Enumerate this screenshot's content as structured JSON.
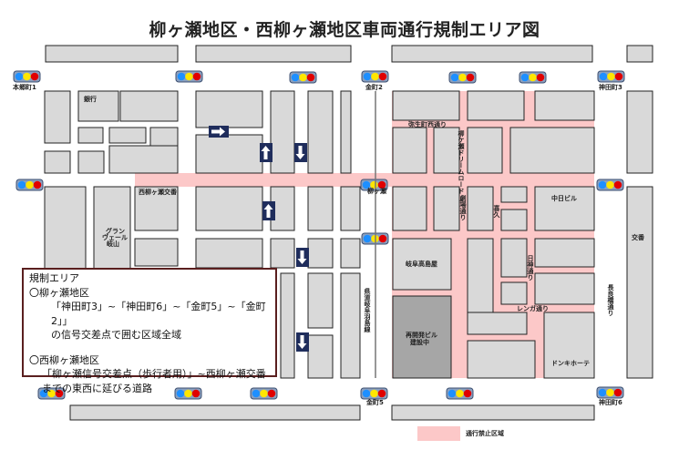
{
  "title": "柳ヶ瀬地区・西柳ヶ瀬地区車両通行規制エリア図",
  "colors": {
    "restricted": "#fcc8c8",
    "block": "#d9d9d9",
    "construction": "#a6a6a6",
    "arrow": "#1f2d5c",
    "legend_border": "#5a1f1f"
  },
  "signals": {
    "hongo1": "本郷町1",
    "kanamachi2": "金町2",
    "kandamachi3": "神田町3",
    "yanagase": "柳ヶ瀬",
    "kanamachi5": "金町5",
    "kandamachi6": "神田町6"
  },
  "landmarks": {
    "bank": "銀行",
    "koban_west": "西柳ヶ瀬交番",
    "grand_1": "グラン",
    "grand_2": "ヴェール",
    "grand_3": "岐山",
    "takashimaya": "岐阜高島屋",
    "redevelop_1": "再開発ビル",
    "redevelop_2": "建設中",
    "chunichi": "中日ビル",
    "koban_east": "交番",
    "donki": "ドンキホーテ"
  },
  "streets": {
    "yayoi": "弥生町西通り",
    "dream_road": "柳ケ瀬ドリームロード",
    "gekijo": "劇場通り",
    "kiku": "喜久",
    "nisshin": "日神通り",
    "renga": "レンガ通り",
    "nagara": "長良橋通り",
    "kendo": "県道岐阜羽島線"
  },
  "legend": {
    "heading": "規制エリア",
    "area1_title": "〇柳ヶ瀬地区",
    "area1_line1": "「神田町3」~「神田町6」~「金町5」~「金町2」」",
    "area1_line2": "の信号交差点で囲む区域全域",
    "area2_title": "〇西柳ヶ瀬地区",
    "area2_line1": "「柳ヶ瀬信号交差点（歩行者用）」~西柳ヶ瀬交番",
    "area2_line2": "までの東西に延びる道路",
    "key_label": "通行禁止区域"
  },
  "one_way_arrows": [
    "right",
    "up",
    "down",
    "up",
    "down",
    "down"
  ]
}
